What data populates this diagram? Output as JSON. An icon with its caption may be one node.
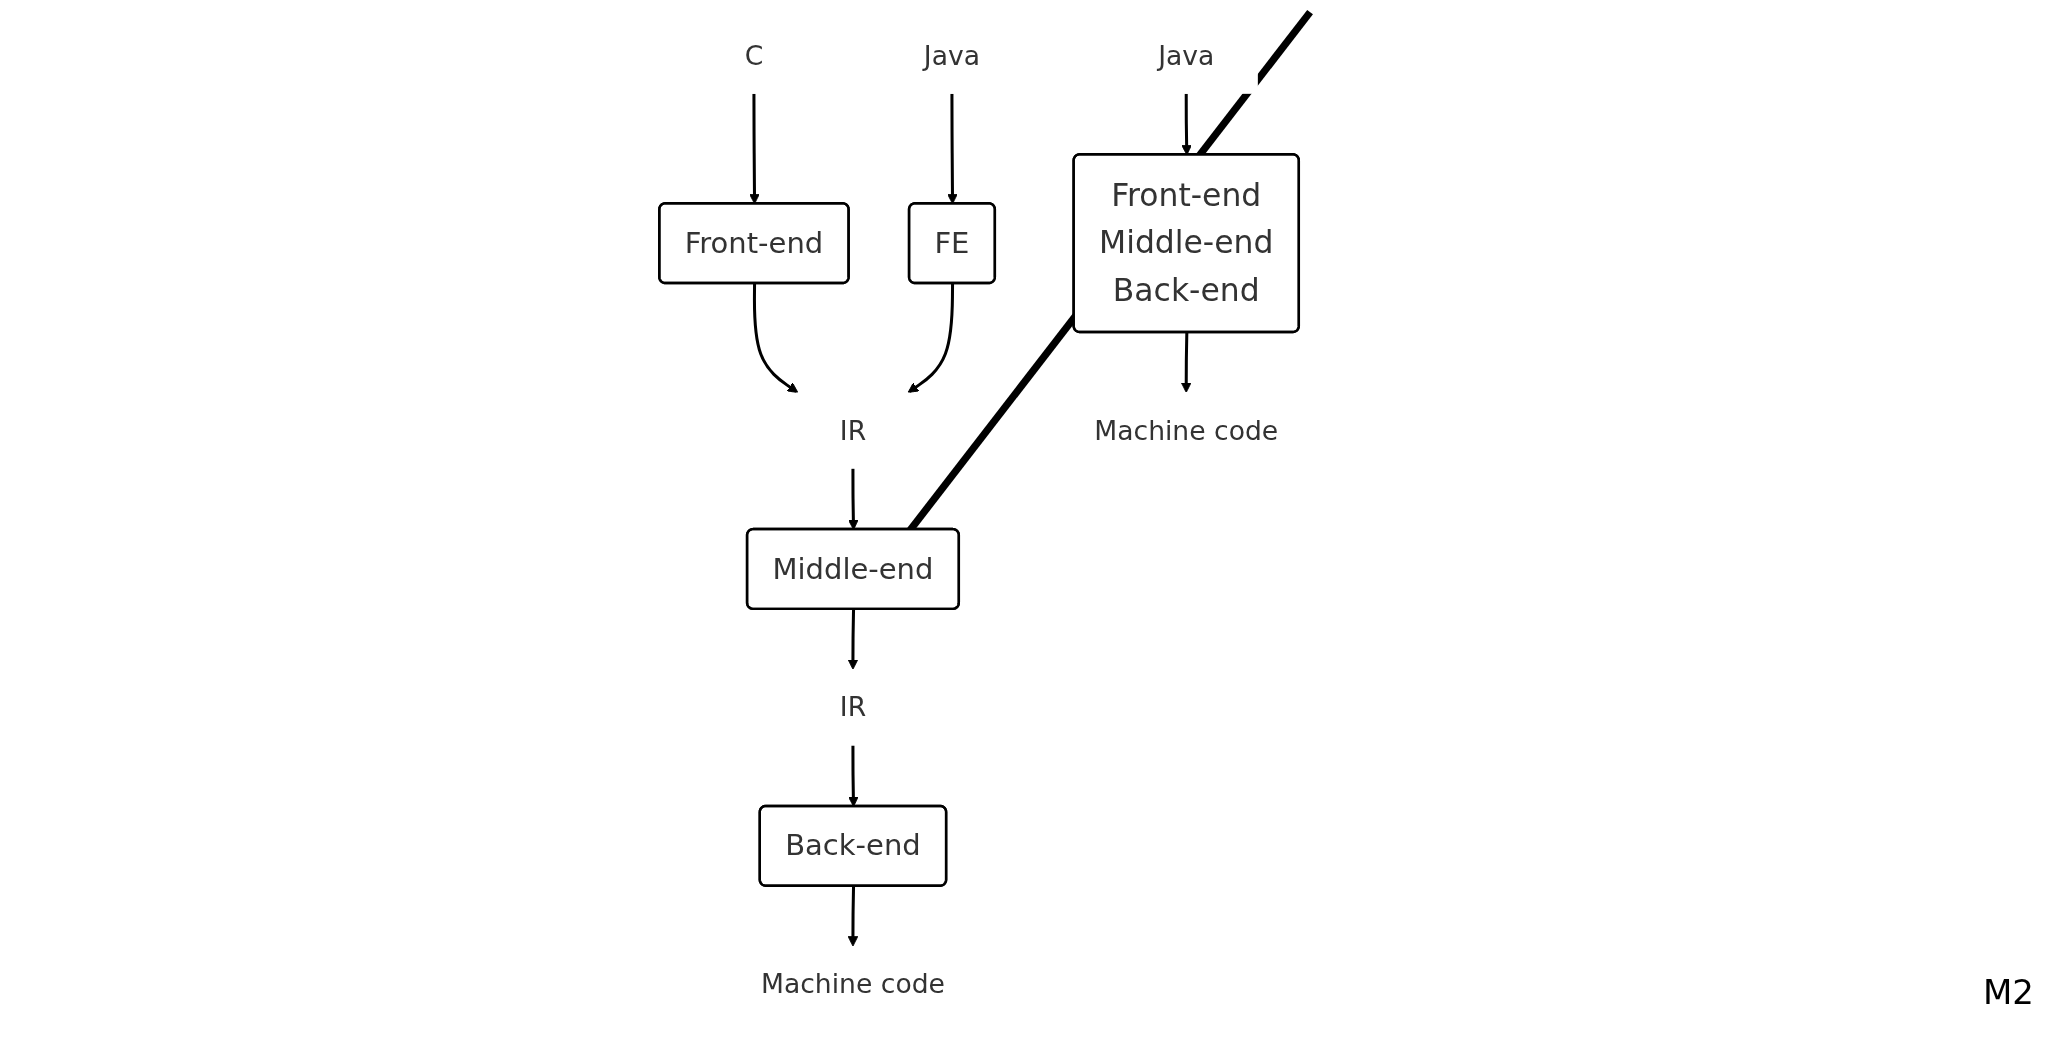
{
  "diagram": {
    "nodes": [
      {
        "text": [
          "C"
        ]
      },
      {
        "text": [
          "Java"
        ]
      },
      {
        "text": [
          "Front-end"
        ]
      },
      {
        "text": [
          "FE"
        ]
      },
      {
        "text": [
          "IR"
        ]
      },
      {
        "text": [
          "Middle-end"
        ]
      },
      {
        "text": [
          "IR"
        ]
      },
      {
        "text": [
          "Back-end"
        ]
      },
      {
        "text": [
          "Machine code"
        ]
      },
      {
        "text": [
          "Java"
        ]
      },
      {
        "text": [
          "Front-end",
          "Middle-end",
          "Back-end"
        ]
      },
      {
        "text": [
          "Machine code"
        ]
      }
    ],
    "edges": [
      {
        "from": 0,
        "to": 2,
        "arrow": "to"
      },
      {
        "from": 1,
        "to": 3,
        "arrow": "to"
      },
      {
        "from": 2,
        "to": 4,
        "arrow": "to"
      },
      {
        "from": 3,
        "to": 4,
        "arrow": "to"
      },
      {
        "from": 4,
        "to": 5,
        "arrow": "to"
      },
      {
        "from": 5,
        "to": 6,
        "arrow": "to"
      },
      {
        "from": 6,
        "to": 7,
        "arrow": "to"
      },
      {
        "from": 7,
        "to": 8,
        "arrow": "to"
      },
      {
        "from": 9,
        "to": 10,
        "arrow": "to"
      },
      {
        "from": 10,
        "to": 11,
        "arrow": "to"
      }
    ],
    "labels": [
      "M2"
    ]
  }
}
